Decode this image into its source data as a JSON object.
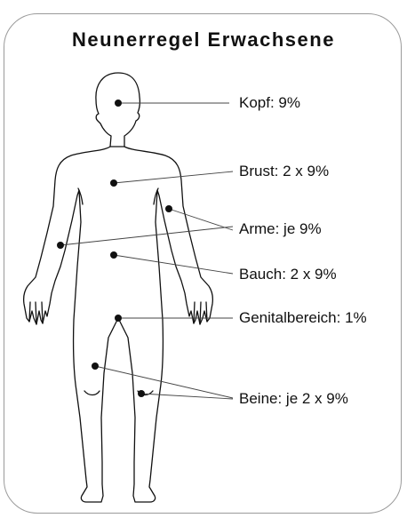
{
  "title": "Neunerregel Erwachsene",
  "labels": {
    "kopf": "Kopf: 9%",
    "brust": "Brust: 2 x 9%",
    "arme": "Arme: je 9%",
    "bauch": "Bauch: 2 x 9%",
    "genital": "Genitalbereich: 1%",
    "beine": "Beine: je 2 x 9%"
  },
  "colors": {
    "ink": "#111111",
    "frame": "#9a9a9a",
    "background": "#ffffff"
  }
}
